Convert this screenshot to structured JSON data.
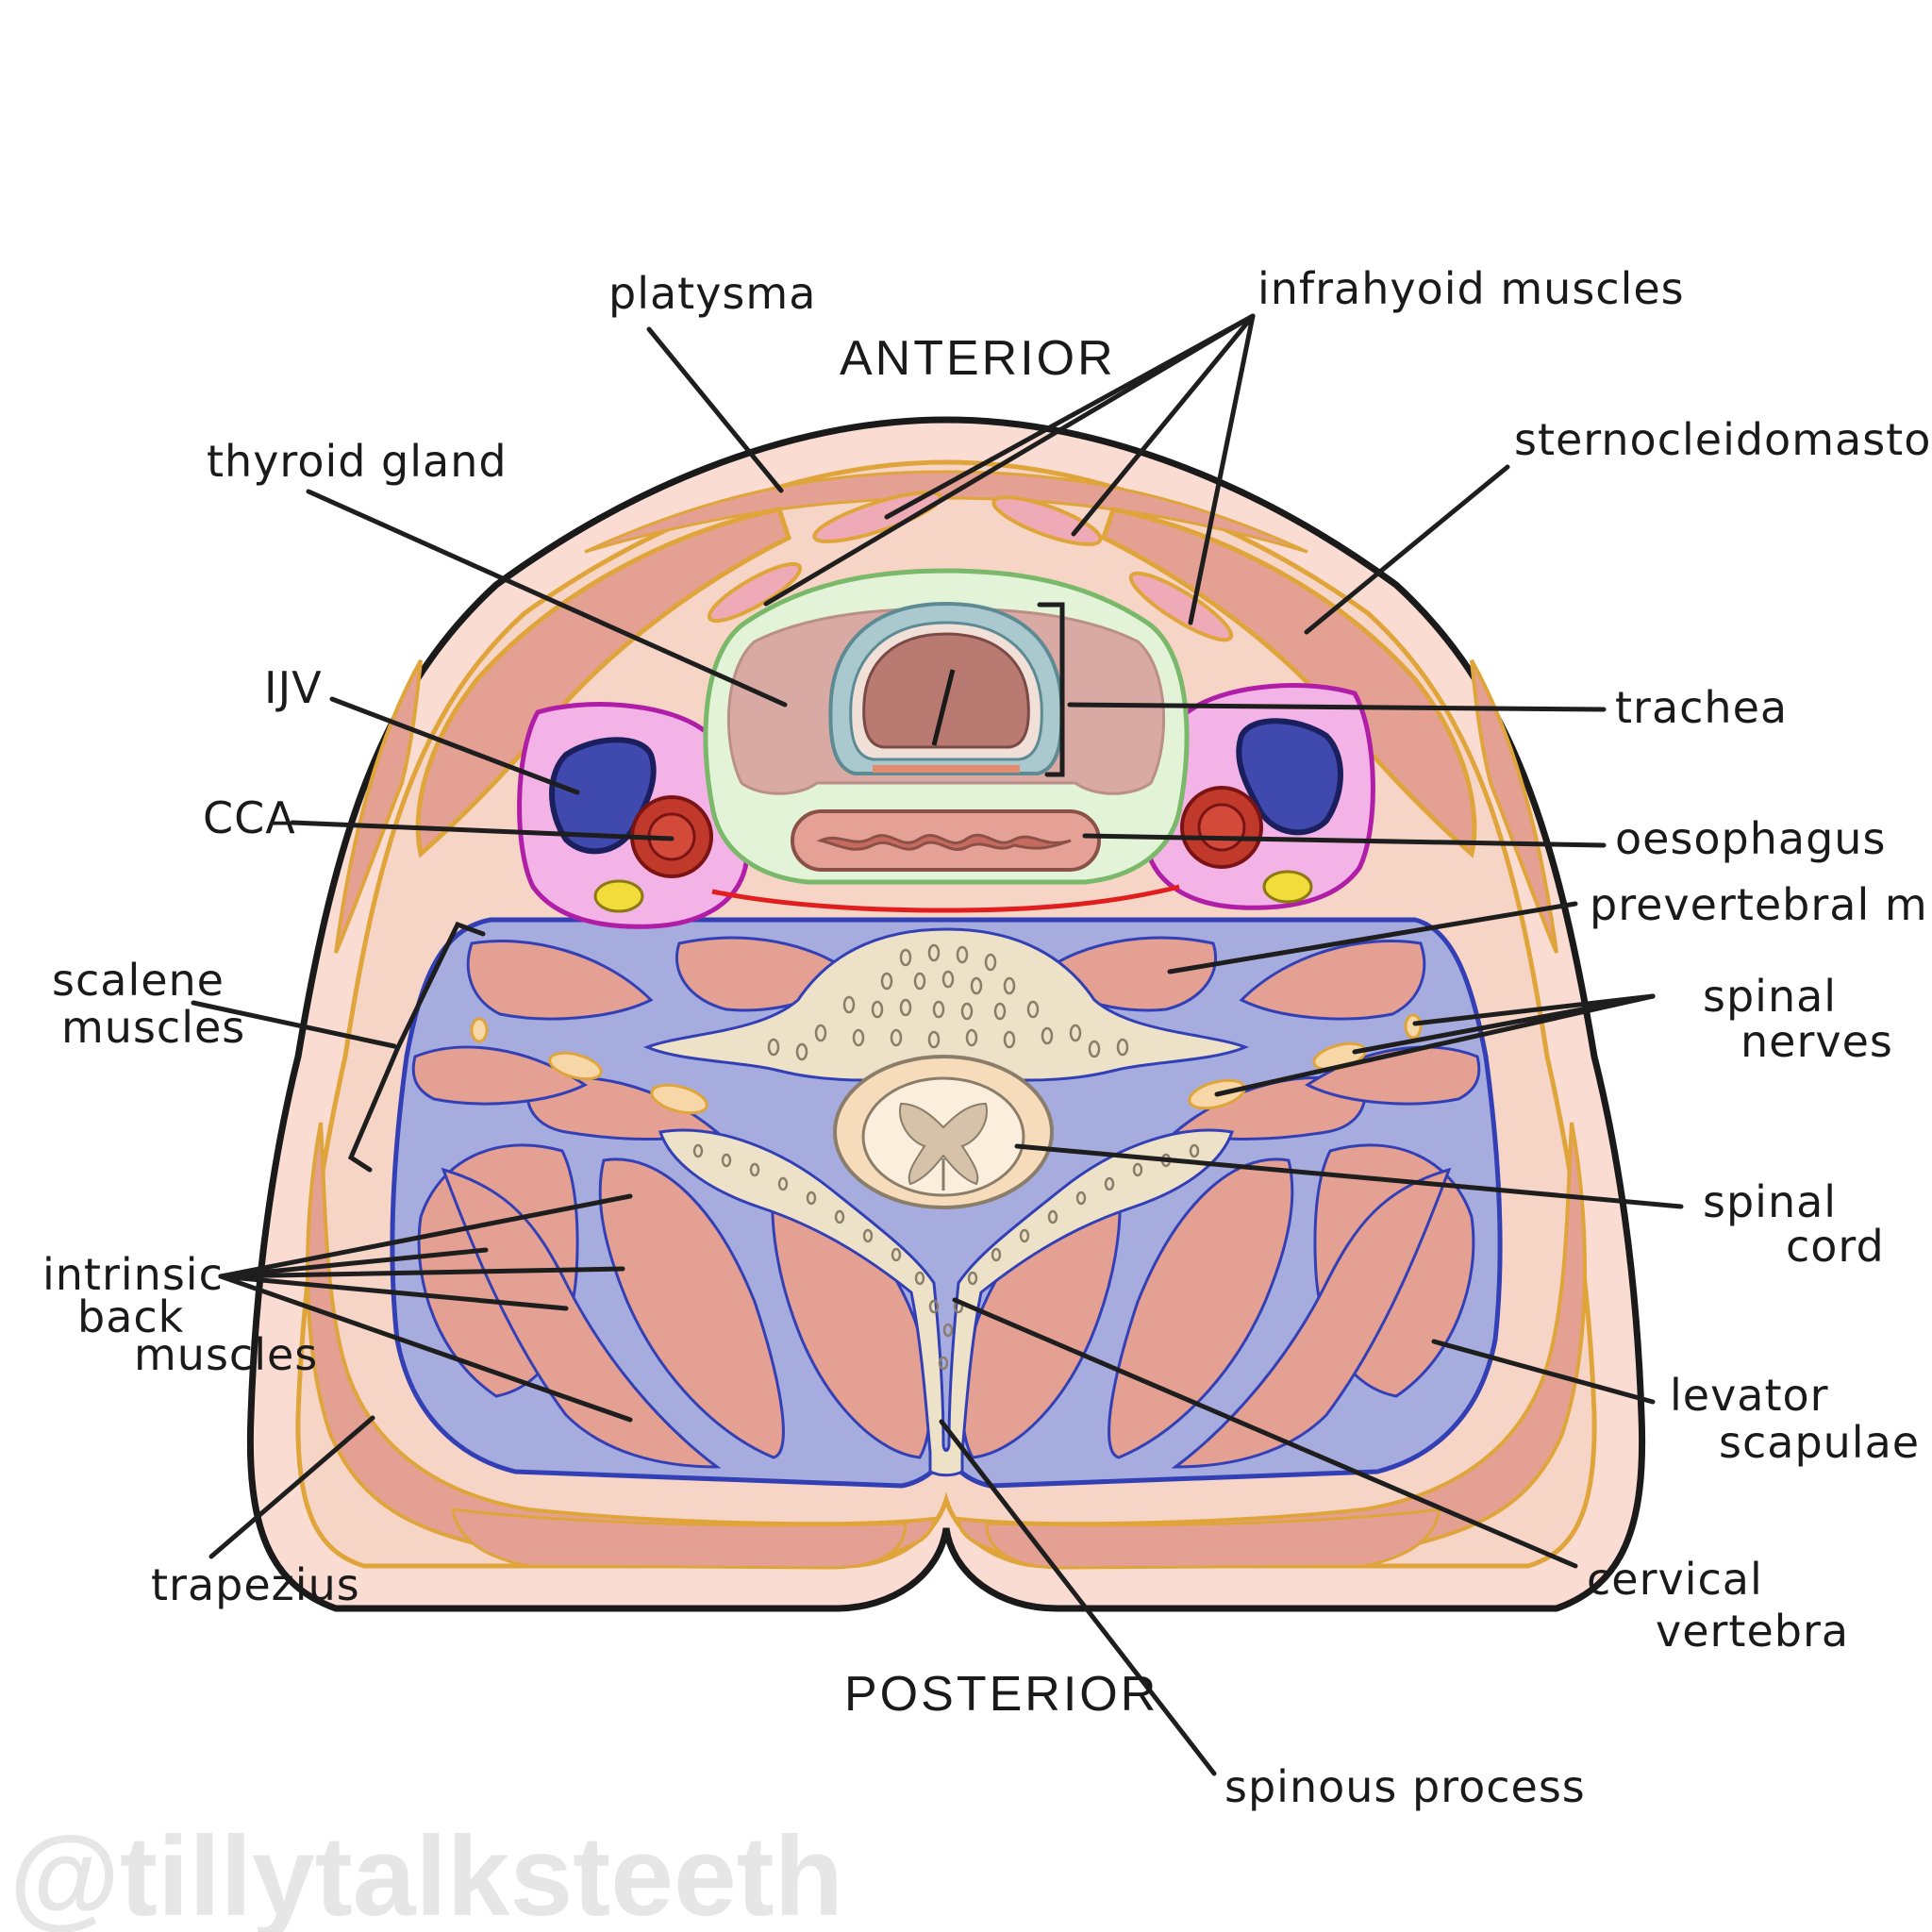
{
  "orientation": {
    "top": "ANTERIOR",
    "bottom": "POSTERIOR"
  },
  "labels": {
    "platysma": "platysma",
    "infrahyoid": "infrahyoid muscles",
    "scm": "sternocleidomastoid",
    "thyroid": "thyroid gland",
    "trachea": "trachea",
    "ijv": "IJV",
    "cca": "CCA",
    "oesophagus": "oesophagus",
    "prevertebral": "prevertebral m.",
    "scalene_1": "scalene",
    "scalene_2": "muscles",
    "spinal_nerves_1": "spinal",
    "spinal_nerves_2": "nerves",
    "spinal_cord_1": "spinal",
    "spinal_cord_2": "cord",
    "intrinsic_1": "intrinsic",
    "intrinsic_2": "back",
    "intrinsic_3": "muscles",
    "levator_1": "levator",
    "levator_2": "scapulae",
    "trapezius": "trapezius",
    "cervical_1": "cervical",
    "cervical_2": "vertebra",
    "spinous": "spinous process"
  },
  "watermark": "@tillytalksteeth",
  "colors": {
    "skin": "#fbdcd3",
    "muscle": "#e3a093",
    "fascia": "#e0a53a",
    "infrahyoid": "#eeaab6",
    "visceral_fascia": "#7ab86a",
    "visceral_fill": "#e2f3d8",
    "thyroid": "#d8aaa3",
    "trachea_wall": "#a9c9cf",
    "trachea_lumen": "#b97a72",
    "carotid_sheath": "#f3b3e6",
    "ijv": "#3f49ae",
    "cca": "#c0392b",
    "vagus": "#f2dc3c",
    "prevertebral_fascia": "#a7acdf",
    "bone": "#ede2c8",
    "spinal_cord": "#f7dcbc"
  }
}
